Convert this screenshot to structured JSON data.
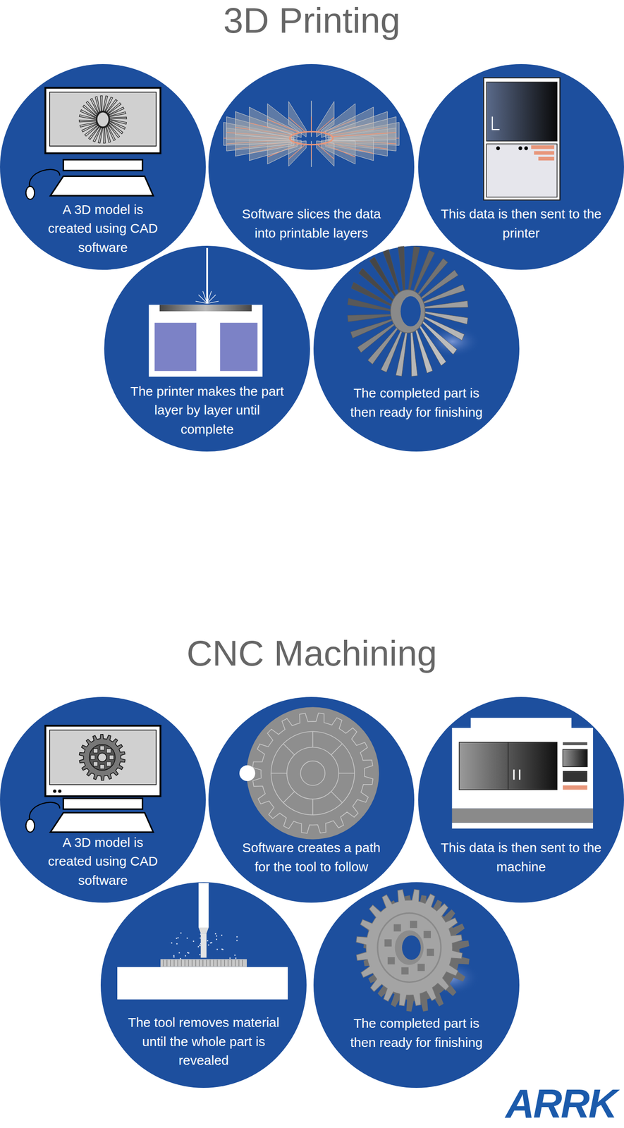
{
  "diagram": {
    "nodes": [
      {
        "text": [
          "A 3D model is created using CAD software"
        ]
      },
      {
        "text": [
          "Software slices the data into printable layers"
        ]
      },
      {
        "text": [
          "This data is then sent to the printer"
        ]
      },
      {
        "text": [
          "The printer makes the part layer by layer until complete"
        ]
      },
      {
        "text": [
          "The completed part is then ready for finishing"
        ]
      },
      {
        "text": [
          "A 3D model is created using CAD software"
        ]
      },
      {
        "text": [
          "Software creates a path for the tool to follow"
        ]
      },
      {
        "text": [
          "This data is then sent to the machine"
        ]
      },
      {
        "text": [
          "The tool removes material until the whole part is revealed"
        ]
      },
      {
        "text": [
          "The completed part is then ready for finishing"
        ]
      }
    ],
    "labels": [
      "3D Printing",
      "CNC Machining",
      "ARRK"
    ]
  }
}
